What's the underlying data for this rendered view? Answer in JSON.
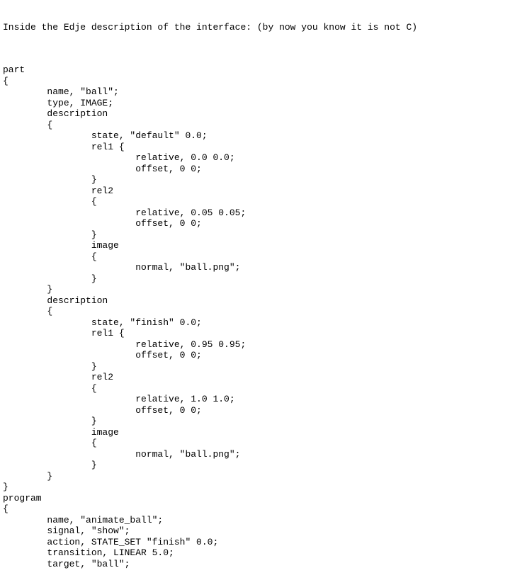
{
  "heading": "Inside the Edje description of the interface: (by now you know it is not C)",
  "code_lines": [
    "part",
    "{",
    "        name, \"ball\";",
    "        type, IMAGE;",
    "        description",
    "        {",
    "                state, \"default\" 0.0;",
    "                rel1 {",
    "                        relative, 0.0 0.0;",
    "                        offset, 0 0;",
    "                }",
    "                rel2",
    "                {",
    "                        relative, 0.05 0.05;",
    "                        offset, 0 0;",
    "                }",
    "                image",
    "                {",
    "                        normal, \"ball.png\";",
    "                }",
    "        }",
    "        description",
    "        {",
    "                state, \"finish\" 0.0;",
    "                rel1 {",
    "                        relative, 0.95 0.95;",
    "                        offset, 0 0;",
    "                }",
    "                rel2",
    "                {",
    "                        relative, 1.0 1.0;",
    "                        offset, 0 0;",
    "                }",
    "                image",
    "                {",
    "                        normal, \"ball.png\";",
    "                }",
    "        }",
    "}",
    "program",
    "{",
    "        name, \"animate_ball\";",
    "        signal, \"show\";",
    "        action, STATE_SET \"finish\" 0.0;",
    "        transition, LINEAR 5.0;",
    "        target, \"ball\";"
  ]
}
